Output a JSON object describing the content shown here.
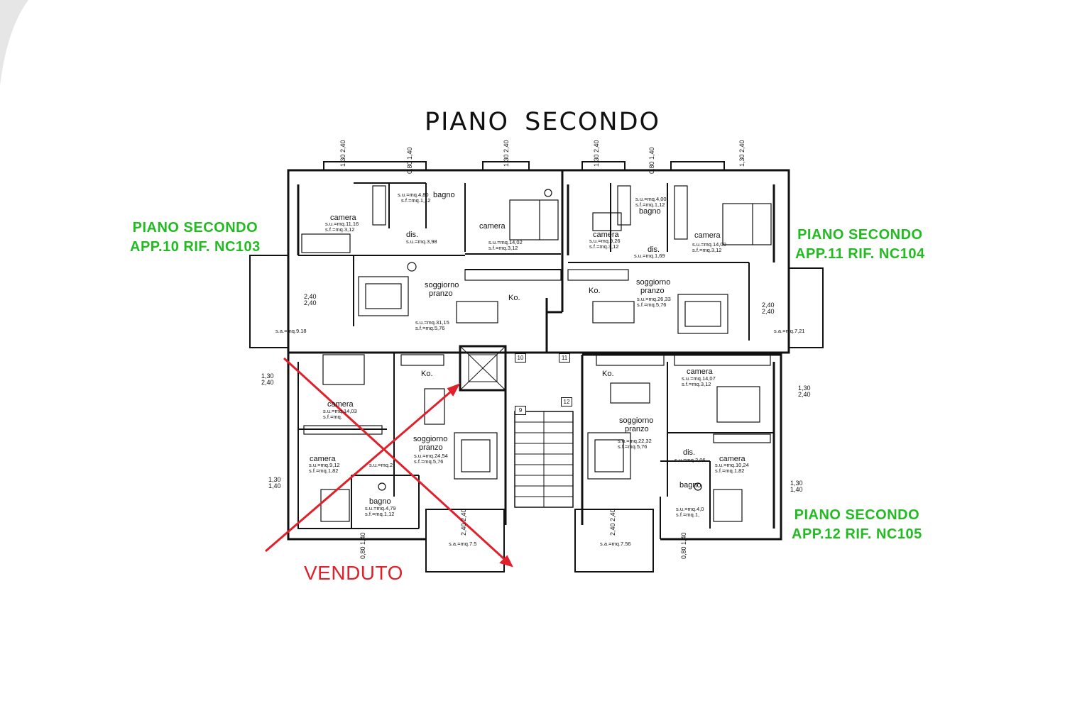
{
  "title": {
    "word1": "PIANO",
    "word2": "SECONDO"
  },
  "units": [
    {
      "floor": "PIANO SECONDO",
      "ref": "APP.10 RIF. NC103"
    },
    {
      "floor": "PIANO SECONDO",
      "ref": "APP.11 RIF. NC104"
    },
    {
      "floor": "PIANO SECONDO",
      "ref": "APP.12 RIF. NC105"
    }
  ],
  "sold_label": "VENDUTO",
  "colors": {
    "unit_label": "#22bb22",
    "sold_mark": "#e0202a",
    "drawing": "#111111",
    "paper": "#ffffff"
  },
  "rooms": {
    "a10_camera1": {
      "name": "camera",
      "su": "s.u.=mq.11,16",
      "sf": "s.f.=mq.3,12"
    },
    "a10_bagno": {
      "name": "bagno",
      "su": "s.u.=mq.4,80",
      "sf": "s.f.=mq.1,12"
    },
    "a10_camera2": {
      "name": "camera",
      "su": "s.u.=mq.14,02",
      "sf": "s.f.=mq.3,12"
    },
    "a10_dis": {
      "name": "dis.",
      "su": "s.u.=mq.3,98"
    },
    "a10_soggiorno": {
      "name1": "soggiorno",
      "name2": "pranzo",
      "su": "s.u.=mq.31,15",
      "sf": "s.f.=mq.5,76"
    },
    "a10_ko": {
      "name": "Ko."
    },
    "a10_balcony": {
      "sa": "s.a.=mq.9.18"
    },
    "a11_camera1": {
      "name": "camera",
      "su": "s.u.=mq.9,26",
      "sf": "s.f.=mq.3,12"
    },
    "a11_bagno": {
      "name": "bagno",
      "su": "s.u.=mq.4,00",
      "sf": "s.f.=mq.1,12"
    },
    "a11_camera2": {
      "name": "camera",
      "su": "s.u.=mq.14,00",
      "sf": "s.f.=mq.3,12"
    },
    "a11_dis": {
      "name": "dis.",
      "su": "s.u.=mq.1,69"
    },
    "a11_soggiorno": {
      "name1": "soggiorno",
      "name2": "pranzo",
      "su": "s.u.=mq.26,33",
      "sf": "s.f.=mq.5,76"
    },
    "a11_ko": {
      "name": "Ko."
    },
    "a11_balcony": {
      "sa": "s.a.=mq.7,21"
    },
    "sw_camera1": {
      "name": "camera",
      "su": "s.u.=mq.14,03",
      "sf": "s.f.=mq."
    },
    "sw_camera2": {
      "name": "camera",
      "su": "s.u.=mq.9,12",
      "sf": "s.f.=mq.1,82"
    },
    "sw_dis": {
      "su": "s.u.=mq.2,"
    },
    "sw_bagno": {
      "name": "bagno",
      "su": "s.u.=mq.4,79",
      "sf": "s.f.=mq.1,12"
    },
    "sw_soggiorno": {
      "name1": "soggiorno",
      "name2": "pranzo",
      "su": "s.u.=mq.24,54",
      "sf": "s.f.=mq.5,76"
    },
    "sw_ko": {
      "name": "Ko."
    },
    "sw_balcony": {
      "sa": "s.a.=mq.7.5"
    },
    "a12_camera1": {
      "name": "camera",
      "su": "s.u.=mq.14,07",
      "sf": "s.f.=mq.3,12"
    },
    "a12_soggiorno": {
      "name1": "soggiorno",
      "name2": "pranzo",
      "su": "s.u.=mq.22,32",
      "sf": "s.f.=mq.5,76"
    },
    "a12_ko": {
      "name": "Ko."
    },
    "a12_dis": {
      "name": "dis.",
      "su": "s.u.=mq.2,06"
    },
    "a12_camera2": {
      "name": "camera",
      "su": "s.u.=mq.10,24",
      "sf": "s.f.=mq.1,82"
    },
    "a12_bagno": {
      "name": "bagno",
      "su": "s.u.=mq.4,0",
      "sf": "s.f.=mq.1,"
    },
    "a12_balcony": {
      "sa": "s.a.=mq.7.56"
    }
  },
  "dimensions": {
    "d130_240": {
      "top": "1,30",
      "bottom": "2,40"
    },
    "d080_140": {
      "top": "0,80",
      "bottom": "1,40"
    },
    "d240_240": {
      "top": "2,40",
      "bottom": "2,40"
    },
    "d130_140": {
      "top": "1,30",
      "bottom": "1,40"
    }
  },
  "stair_numbers": [
    "10",
    "11",
    "12",
    "9"
  ]
}
